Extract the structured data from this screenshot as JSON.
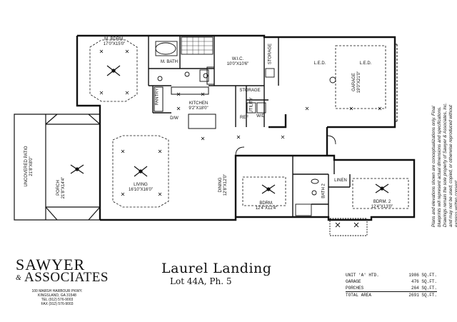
{
  "title": "Laurel Landing",
  "lot": "Lot 44A, Ph. 5",
  "logo": {
    "line1": "SAWYER",
    "line2": "ASSOCIATES",
    "amp": "&"
  },
  "address": [
    "100 MARSH HARBOUR PKWY.",
    "KINGSLAND, GA 31548",
    "TEL (912) 576-9003",
    "FAX (912) 576-9003"
  ],
  "disclaimer": "Plans and elevations shown are conceptualizations only. Final blueprints will represent actual dimensions and specifications. Drawings remain the sole property of Sawyer & Associates, Inc. and may not be used, copied, or otherwise reproduced without express written consent.",
  "areas": [
    {
      "label": "UNIT 'A' HTD.",
      "value": "1986 SQ.FT."
    },
    {
      "label": "GARAGE",
      "value": "476 SQ.FT."
    },
    {
      "label": "PORCHES",
      "value": "264 SQ.FT."
    },
    {
      "label": "TOTAL AREA",
      "value": "2691 SQ.FT."
    }
  ],
  "rooms": {
    "master": {
      "name": "M. BDRM.",
      "dims": "17'0\"X15'0\""
    },
    "mbath": {
      "name": "M. BATH"
    },
    "wic": {
      "name": "W.I.C.",
      "dims": "10'0\"X10'6\""
    },
    "storage": {
      "name": "STORAGE"
    },
    "garage": {
      "name": "GARAGE",
      "dims": "19'0\"X21'0\""
    },
    "pantry": {
      "name": "PANTRY"
    },
    "kitchen": {
      "name": "KITCHEN",
      "dims": "9'2\"X18'0\""
    },
    "storage2": {
      "name": "STORAGE"
    },
    "utility": {
      "name": "UTILITY"
    },
    "living": {
      "name": "LIVING",
      "dims": "16'10\"X16'0\""
    },
    "dining": {
      "name": "DINING",
      "dims": "12'8\"X12'0\""
    },
    "patio": {
      "name": "UNCOVERED PATIO",
      "dims": "21'8\"X8'0\""
    },
    "porch": {
      "name": "PORCH",
      "dims": "21'8\"X14'4\""
    },
    "bdrm": {
      "name": "BDRM.",
      "dims": "12'4\"X12'4\""
    },
    "bath2": {
      "name": "BATH 2"
    },
    "linen": {
      "name": "LINEN"
    },
    "bdrm2": {
      "name": "BDRM. 2",
      "dims": "12'4\"X13'0\""
    },
    "dw": {
      "name": "D/W"
    },
    "wd": {
      "name": "W/D"
    }
  },
  "annotations": {
    "led": "L.E.D.",
    "ref": "REF"
  }
}
